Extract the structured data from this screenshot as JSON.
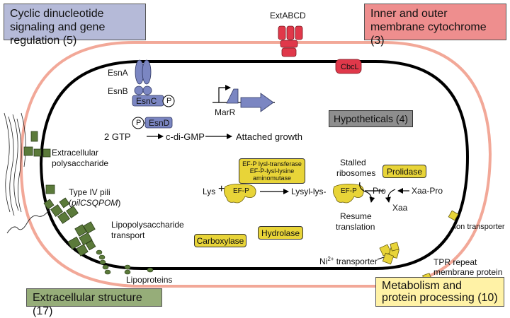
{
  "colors": {
    "cyclic_box": "#b5bad8",
    "cytochrome_box": "#ee8e8e",
    "extracellular_box": "#96ad79",
    "metabolism_box": "#fff2a6",
    "outer_membrane": "#f2a898",
    "inner_membrane": "#000000",
    "esn_protein": "#7b86c2",
    "green_protein": "#5b7a3a",
    "yellow_protein": "#e8d438",
    "red_protein": "#e0384a",
    "hypothetical_box": "#8e8e8e"
  },
  "categories": {
    "cyclic": "Cyclic dinucleotide signaling and gene regulation (5)",
    "cytochrome": "Inner and outer membrane cytochrome (3)",
    "extracellular": "Extracellular structure (17)",
    "metabolism": "Metabolism and protein processing (10)",
    "hypotheticals": "Hypotheticals (4)"
  },
  "proteins": {
    "ext_abcd": "ExtABCD",
    "cbcl": "CbcL",
    "esna": "EsnA",
    "esnb": "EsnB",
    "esnc": "EsnC",
    "esnd": "EsnD",
    "phospho": "P",
    "marr": "MarR"
  },
  "pathway": {
    "gtp": "2 GTP",
    "cdg": "c-di-GMP",
    "growth": "Attached growth"
  },
  "extracellular_labels": {
    "eps_line1": "Extracellular",
    "eps_line2": "polysaccharide",
    "pili_line1": "Type IV pili",
    "pili_prefix": "(",
    "pili_genes": "pilCSQPOM",
    "pili_suffix": ")",
    "lps_line1": "Lipopolysaccharide",
    "lps_line2": "transport",
    "lipoproteins": "Lipoproteins"
  },
  "metabolism_labels": {
    "efp_enzymes_1": "EF-P lysl-transferase",
    "efp_enzymes_2": "EF-P-lysl-lysine",
    "efp_enzymes_3": "aminomutase",
    "lys": "Lys",
    "plus": "+",
    "efp": "EF-P",
    "lysyl": "Lysyl-lys-",
    "stalled_1": "Stalled",
    "stalled_2": "ribosomes",
    "prolidase": "Prolidase",
    "pro": "Pro",
    "xaapro": "Xaa-Pro",
    "xaa": "Xaa",
    "resume_1": "Resume",
    "resume_2": "translation",
    "carboxylase": "Carboxylase",
    "hydrolase": "Hydrolase",
    "ion_transporter": "Ion transporter",
    "ni_prefix": "Ni",
    "ni_super": "2+",
    "ni_suffix": " transporter",
    "tpr_1": "TPR repeat",
    "tpr_2": "membrane protein"
  }
}
